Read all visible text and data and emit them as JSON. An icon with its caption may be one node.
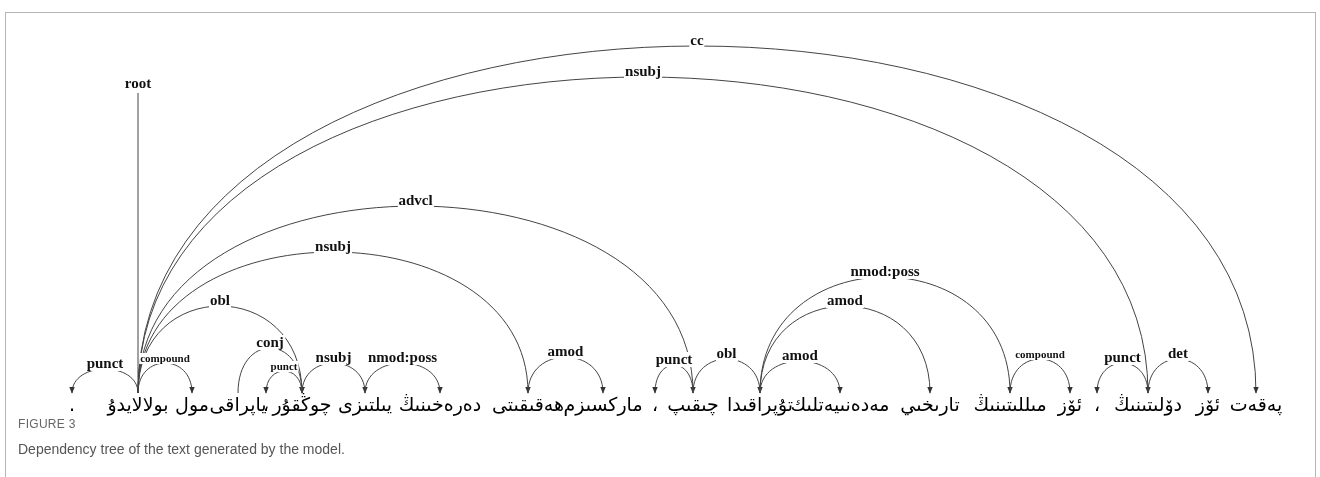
{
  "diagram": {
    "caption": "Dependency tree of the text generated by the model.",
    "nodes": [
      {
        "text": [
          "."
        ]
      },
      {
        "text": [
          "بولالايدۇ"
        ]
      },
      {
        "text": [
          "مول"
        ]
      },
      {
        "text": [
          "ياپراقى"
        ]
      },
      {
        "text": [
          "،"
        ]
      },
      {
        "text": [
          "چوڭقۇر"
        ]
      },
      {
        "text": [
          "يىلتىزى"
        ]
      },
      {
        "text": [
          "دەرەخىنىڭ"
        ]
      },
      {
        "text": [
          "ھەقىقىتى"
        ]
      },
      {
        "text": [
          "ماركسىزم"
        ]
      },
      {
        "text": [
          "،"
        ]
      },
      {
        "text": [
          "چىقىپ"
        ]
      },
      {
        "text": [
          "تۇپراقىدا"
        ]
      },
      {
        "text": [
          "مەدەنىيەتلىك"
        ]
      },
      {
        "text": [
          "تارىخىي"
        ]
      },
      {
        "text": [
          "مىللىتىنىڭ"
        ]
      },
      {
        "text": [
          "ئۆز"
        ]
      },
      {
        "text": [
          "،"
        ]
      },
      {
        "text": [
          "دۆلىتىنىڭ"
        ]
      },
      {
        "text": [
          "ئۆز"
        ]
      },
      {
        "text": [
          "پەقەت"
        ]
      }
    ],
    "edges": [
      {
        "from": null,
        "to": 1,
        "arrow": "none",
        "label": "root"
      },
      {
        "from": 1,
        "to": 0,
        "arrow": "to",
        "label": "punct"
      },
      {
        "from": 1,
        "to": 2,
        "arrow": "to",
        "label": "compound"
      },
      {
        "from": 1,
        "to": 5,
        "arrow": "to",
        "label": "obl"
      },
      {
        "from": 3,
        "to": 5,
        "arrow": "to",
        "label": "conj"
      },
      {
        "from": 5,
        "to": 4,
        "arrow": "to",
        "label": "punct"
      },
      {
        "from": 5,
        "to": 6,
        "arrow": "to",
        "label": "nsubj"
      },
      {
        "from": 6,
        "to": 7,
        "arrow": "to",
        "label": "nmod:poss"
      },
      {
        "from": 1,
        "to": 8,
        "arrow": "to",
        "label": "nsubj"
      },
      {
        "from": 8,
        "to": 9,
        "arrow": "to",
        "label": "amod"
      },
      {
        "from": 1,
        "to": 11,
        "arrow": "to",
        "label": "advcl"
      },
      {
        "from": 11,
        "to": 10,
        "arrow": "to",
        "label": "punct"
      },
      {
        "from": 11,
        "to": 12,
        "arrow": "to",
        "label": "obl"
      },
      {
        "from": 12,
        "to": 13,
        "arrow": "to",
        "label": "amod"
      },
      {
        "from": 12,
        "to": 14,
        "arrow": "to",
        "label": "amod"
      },
      {
        "from": 12,
        "to": 15,
        "arrow": "to",
        "label": "nmod:poss"
      },
      {
        "from": 15,
        "to": 16,
        "arrow": "to",
        "label": "compound"
      },
      {
        "from": 1,
        "to": 18,
        "arrow": "to",
        "label": "nsubj"
      },
      {
        "from": 18,
        "to": 17,
        "arrow": "to",
        "label": "punct"
      },
      {
        "from": 18,
        "to": 19,
        "arrow": "to",
        "label": "det"
      },
      {
        "from": 1,
        "to": 20,
        "arrow": "to",
        "label": "cc"
      }
    ],
    "labels": [
      "FIGURE 3"
    ]
  }
}
